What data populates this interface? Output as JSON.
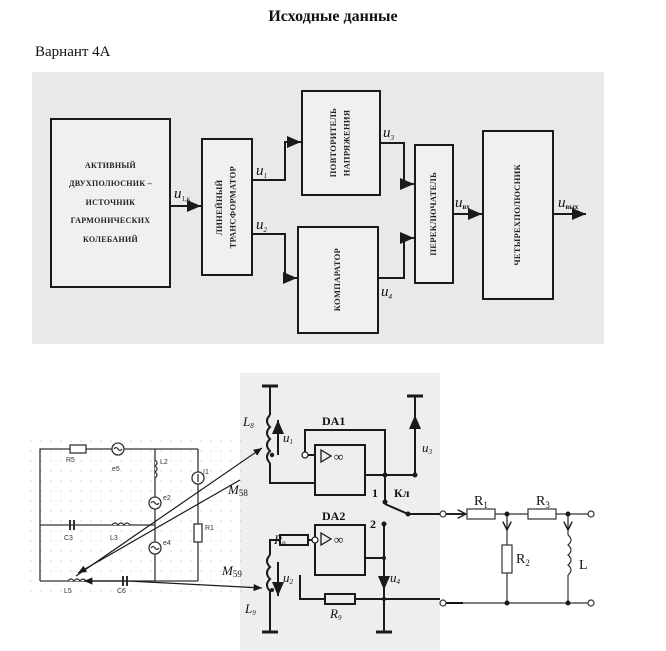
{
  "document": {
    "title": "Исходные данные",
    "variant": "Варнант 4А"
  },
  "block_diagram": {
    "blocks": {
      "source": [
        "АКТИВНЫЙ",
        "ДВУХПОЛЮСНИК –",
        "ИСТОЧНИК",
        "ГАРМОНИЧЕСКИХ",
        "КОЛЕБАНИЙ"
      ],
      "transformer": [
        "ЛИНЕЙНЫЙ",
        "ТРАНСФОРМАТОР"
      ],
      "follower": [
        "ПОВТОРИТЕЛЬ",
        "НАПРЯЖЕНИЯ"
      ],
      "comparator": "КОМПАРАТОР",
      "switch": "ПЕРЕКЛЮЧАТЕЛЬ",
      "quadripole": "ЧЕТЫРЕХПОЛЮСНИК"
    },
    "signals": {
      "u_source": "u",
      "u_source_sub": "1,к",
      "u1": "u",
      "u1_sub": "1",
      "u2": "u",
      "u2_sub": "2",
      "u3": "u",
      "u3_sub": "3",
      "u4": "u",
      "u4_sub": "4",
      "u_in": "u",
      "u_in_sub": "вх",
      "u_out": "u",
      "u_out_sub": "вых"
    }
  },
  "circuit_left": {
    "labels": {
      "r5": "R5",
      "e5": "e5",
      "l2": "L2",
      "e2": "e2",
      "i1": "I1",
      "r1": "R1",
      "c3": "C3",
      "l3": "L3",
      "e4": "e4",
      "l5": "L5",
      "c6": "C6"
    }
  },
  "circuit_right": {
    "labels": {
      "l8": "L",
      "l8_sub": "8",
      "u1": "u",
      "u1_sub": "1",
      "da1": "DA1",
      "u3": "u",
      "u3_sub": "3",
      "m58": "M",
      "m58_sub": "58",
      "pos1": "1",
      "kl": "Кл",
      "pos2": "2",
      "da2": "DA2",
      "r9_top": "R",
      "r9_top_sub": "9",
      "m59": "M",
      "m59_sub": "59",
      "u2": "u",
      "u2_sub": "2",
      "u4": "u",
      "u4_sub": "4",
      "l9": "L",
      "l9_sub": "9",
      "r9_bottom": "R",
      "r9_bottom_sub": "9",
      "infinity": "∞"
    }
  },
  "quadripole_circuit": {
    "labels": {
      "r1": "R",
      "r1_sub": "1",
      "r3": "R",
      "r3_sub": "3",
      "r2": "R",
      "r2_sub": "2",
      "l": "L"
    }
  }
}
